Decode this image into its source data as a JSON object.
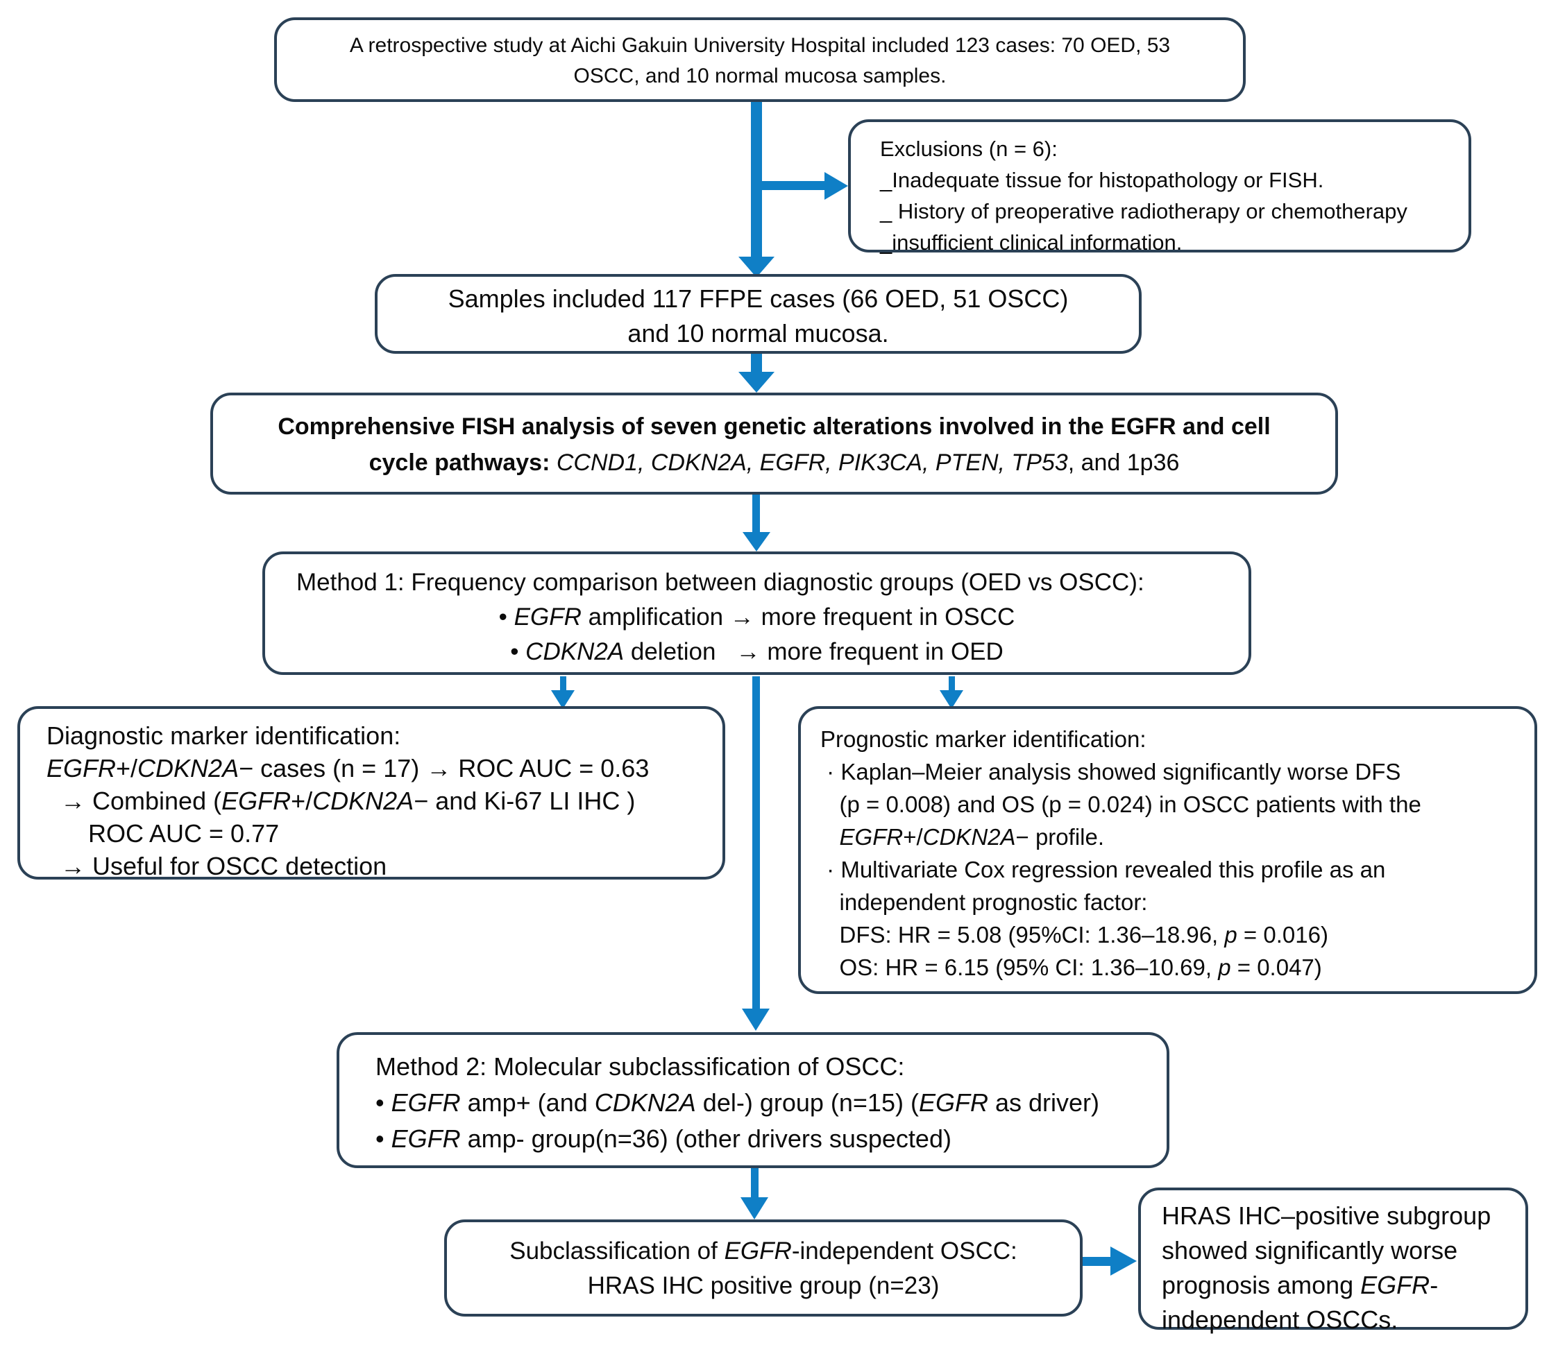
{
  "colors": {
    "arrow_blue": "#0f7fc6",
    "box_border": "#2b4156",
    "text": "#0b0b0b",
    "background": "#ffffff"
  },
  "boxes": {
    "study": {
      "lines": [
        [
          {
            "t": "A retrospective study at Aichi Gakuin University Hospital included 123 cases: 70 OED, 53"
          }
        ],
        [
          {
            "t": "OSCC, and 10 normal mucosa samples."
          }
        ]
      ]
    },
    "exclusions": {
      "lines": [
        [
          {
            "t": "Exclusions (n = 6):"
          }
        ],
        [
          {
            "t": "_Inadequate tissue for histopathology or FISH."
          }
        ],
        [
          {
            "t": "_ History of preoperative radiotherapy or chemotherapy"
          }
        ],
        [
          {
            "t": "_insufficient clinical information."
          }
        ]
      ]
    },
    "samples": {
      "lines": [
        [
          {
            "t": "Samples included 117 FFPE cases (66 OED, 51 OSCC)"
          }
        ],
        [
          {
            "t": "and 10 normal mucosa."
          }
        ]
      ]
    },
    "fish": {
      "lines": [
        [
          {
            "t": "Comprehensive FISH analysis of seven genetic alterations involved in the EGFR and cell",
            "b": true
          }
        ],
        [
          {
            "t": "cycle pathways: ",
            "b": true
          },
          {
            "t": "CCND1, CDKN2A, EGFR, PIK3CA, PTEN, TP53",
            "i": true
          },
          {
            "t": ", and 1p36"
          }
        ]
      ]
    },
    "method1": {
      "lines": [
        [
          {
            "t": "Method 1: Frequency comparison between diagnostic groups (OED vs OSCC):"
          }
        ],
        [
          {
            "t": "• "
          },
          {
            "t": "EGFR",
            "i": true
          },
          {
            "t": " amplification → more frequent in OSCC"
          }
        ],
        [
          {
            "t": "• "
          },
          {
            "t": "CDKN2A",
            "i": true
          },
          {
            "t": " deletion   → more frequent in OED"
          }
        ]
      ]
    },
    "diagnostic": {
      "lines": [
        [
          {
            "t": "Diagnostic marker identification:"
          }
        ],
        [
          {
            "t": "EGFR",
            "i": true
          },
          {
            "t": "+/"
          },
          {
            "t": "CDKN2A",
            "i": true
          },
          {
            "t": "− cases (n = 17) → ROC AUC = 0.63"
          }
        ],
        [
          {
            "t": "  → Combined ("
          },
          {
            "t": "EGFR",
            "i": true
          },
          {
            "t": "+/"
          },
          {
            "t": "CDKN2A",
            "i": true
          },
          {
            "t": "− and Ki-67 LI IHC )"
          }
        ],
        [
          {
            "t": "      ROC AUC = 0.77"
          }
        ],
        [
          {
            "t": "  → Useful for OSCC detection"
          }
        ]
      ]
    },
    "prognostic": {
      "lines": [
        [
          {
            "t": "Prognostic marker identification:"
          }
        ],
        [
          {
            "t": " · Kaplan–Meier analysis showed significantly worse DFS"
          }
        ],
        [
          {
            "t": "   (p = 0.008) and OS (p = 0.024) in OSCC patients with the"
          }
        ],
        [
          {
            "t": "   "
          },
          {
            "t": "EGFR",
            "i": true
          },
          {
            "t": "+/"
          },
          {
            "t": "CDKN2A",
            "i": true
          },
          {
            "t": "− profile."
          }
        ],
        [
          {
            "t": " · Multivariate Cox regression revealed this profile as an"
          }
        ],
        [
          {
            "t": "   independent prognostic factor:"
          }
        ],
        [
          {
            "t": "   DFS: HR = 5.08 (95%CI: 1.36–18.96, "
          },
          {
            "t": "p",
            "i": true
          },
          {
            "t": " = 0.016)"
          }
        ],
        [
          {
            "t": "   OS: HR = 6.15 (95% CI: 1.36–10.69, "
          },
          {
            "t": "p",
            "i": true
          },
          {
            "t": " = 0.047)"
          }
        ]
      ]
    },
    "method2": {
      "lines": [
        [
          {
            "t": "Method 2: Molecular subclassification of OSCC:"
          }
        ],
        [
          {
            "t": "• "
          },
          {
            "t": "EGFR",
            "i": true
          },
          {
            "t": " amp+ (and "
          },
          {
            "t": "CDKN2A",
            "i": true
          },
          {
            "t": " del-) group (n=15) ("
          },
          {
            "t": "EGFR",
            "i": true
          },
          {
            "t": " as driver)"
          }
        ],
        [
          {
            "t": "• "
          },
          {
            "t": "EGFR",
            "i": true
          },
          {
            "t": " amp- group(n=36) (other drivers suspected)"
          }
        ]
      ]
    },
    "subclass": {
      "lines": [
        [
          {
            "t": "Subclassification of "
          },
          {
            "t": "EGFR",
            "i": true
          },
          {
            "t": "-independent OSCC:"
          }
        ],
        [
          {
            "t": "HRAS IHC positive group (n=23)"
          }
        ]
      ]
    },
    "hras": {
      "lines": [
        [
          {
            "t": "HRAS IHC–positive subgroup"
          }
        ],
        [
          {
            "t": "showed significantly worse"
          }
        ],
        [
          {
            "t": "prognosis among "
          },
          {
            "t": "EGFR",
            "i": true
          },
          {
            "t": "-"
          }
        ],
        [
          {
            "t": "independent OSCCs."
          }
        ]
      ]
    }
  }
}
